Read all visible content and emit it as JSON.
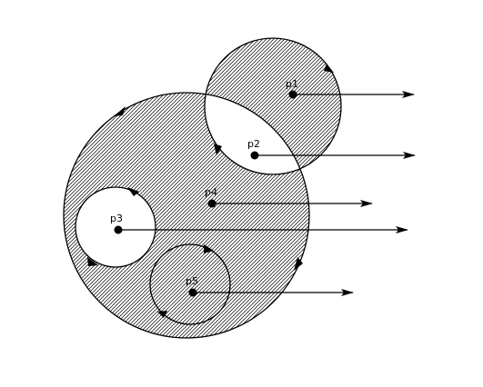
{
  "diagram": {
    "points": [
      {
        "id": "p1",
        "label": "p1"
      },
      {
        "id": "p2",
        "label": "p2"
      },
      {
        "id": "p3",
        "label": "p3"
      },
      {
        "id": "p4",
        "label": "p4"
      },
      {
        "id": "p5",
        "label": "p5"
      }
    ],
    "colors": {
      "stroke": "#000000",
      "hatch": "#000000",
      "background": "#ffffff"
    }
  }
}
